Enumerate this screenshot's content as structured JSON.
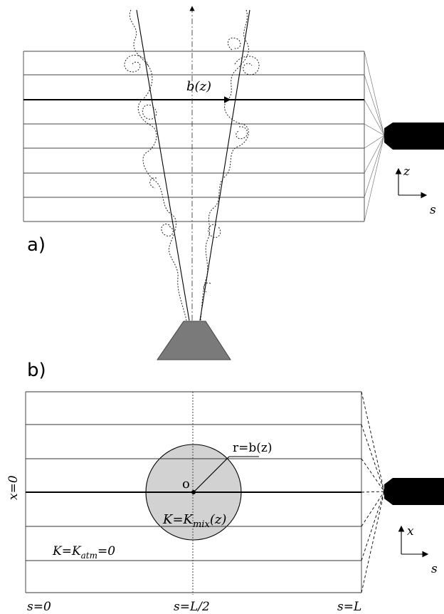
{
  "panel_a": {
    "label": "a)",
    "center_label": "b(z)",
    "axis_up": "z",
    "axis_right": "s"
  },
  "panel_b": {
    "label": "b)",
    "radius_label": "r=b(z)",
    "origin_label": "o",
    "inside_label": "K=K",
    "inside_sub": "mix",
    "inside_tail": "(z)",
    "outside_label": "K=K",
    "outside_sub": "atm",
    "outside_tail": "=0",
    "x0_label": "x=0",
    "s0_label": "s=0",
    "smid_label": "s=L/2",
    "sL_label": "s=L",
    "axis_up": "x",
    "axis_right": "s"
  },
  "colors": {
    "line": "#000000",
    "thin": "#555555",
    "volcano": "#7a7a7a",
    "circle": "#d2d2d2",
    "camera": "#000000"
  }
}
